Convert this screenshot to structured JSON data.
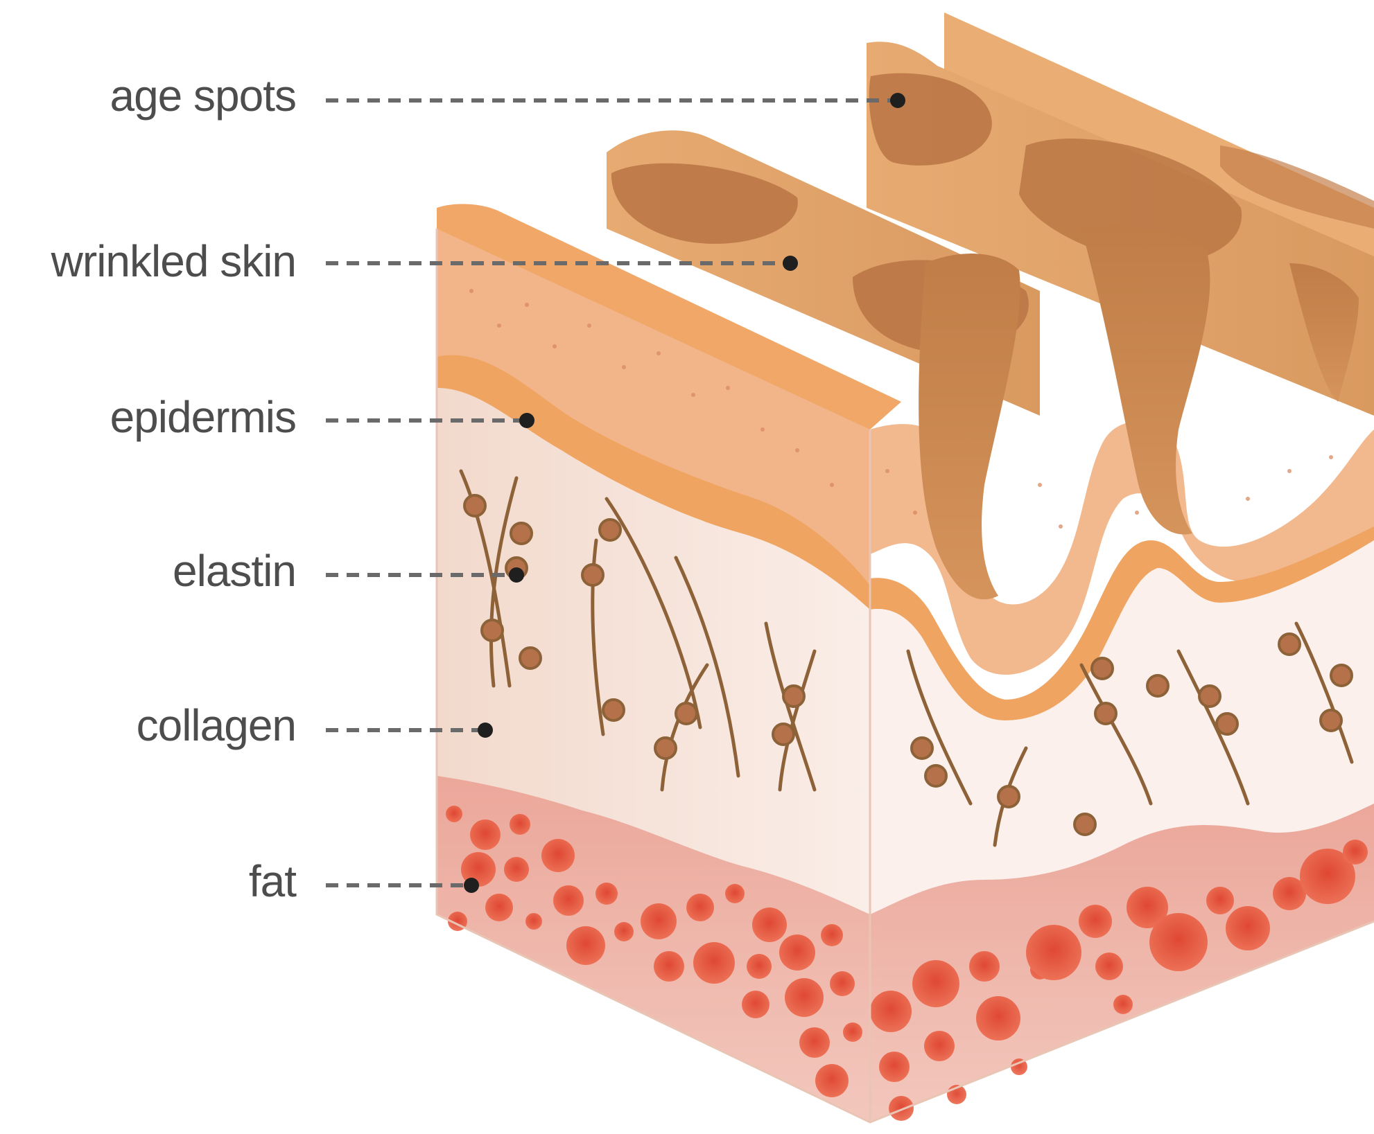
{
  "labels": {
    "age_spots": "age spots",
    "wrinkled_skin": "wrinkled skin",
    "epidermis": "epidermis",
    "elastin": "elastin",
    "collagen": "collagen",
    "fat": "fat"
  },
  "colors": {
    "label_text": "#4d4d4d",
    "leader": "#6a6a6a",
    "leader_dot": "#1f1f1f",
    "skin_top": "#e2a56b",
    "skin_crease": "#b87444",
    "epidermis_band": "#f2b178",
    "epidermis_edge": "#f0a461",
    "dermis": "#f6e3da",
    "fiber": "#8e6238",
    "fat_layer": "#eab0a6",
    "fat_cell": "#e4573f"
  }
}
